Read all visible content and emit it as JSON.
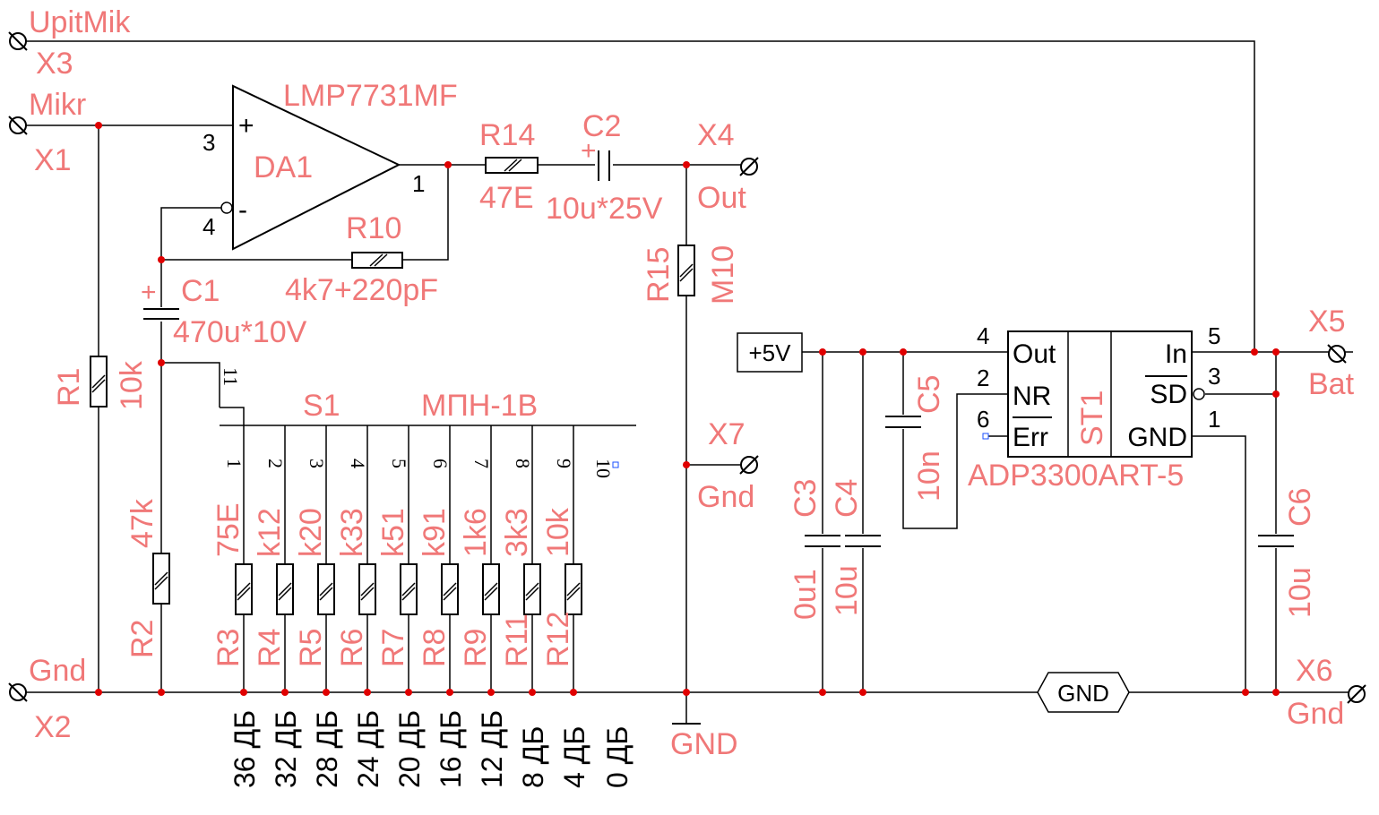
{
  "terminals": {
    "x3": {
      "ref": "X3",
      "net": "UpitMik"
    },
    "x1": {
      "ref": "X1",
      "net": "Mikr"
    },
    "x2": {
      "ref": "X2",
      "net": "Gnd"
    },
    "x4": {
      "ref": "X4",
      "net": "Out"
    },
    "x7": {
      "ref": "X7",
      "net": "Gnd"
    },
    "x5": {
      "ref": "X5",
      "net": "Bat"
    },
    "x6": {
      "ref": "X6",
      "net": "Gnd"
    }
  },
  "opamp": {
    "ref": "DA1",
    "part": "LMP7731MF",
    "pin_plus": "3",
    "pin_minus": "4",
    "pin_out": "1",
    "sign_plus": "+",
    "sign_minus": "-"
  },
  "r14": {
    "ref": "R14",
    "value": "47E"
  },
  "r10": {
    "ref": "R10",
    "value": "4k7+220pF"
  },
  "r15": {
    "ref": "R15",
    "value": "M10"
  },
  "r1": {
    "ref": "R1",
    "value": "10k"
  },
  "r2": {
    "ref": "R2",
    "value": "47k"
  },
  "c2": {
    "ref": "C2",
    "value": "10u*25V",
    "polarity": "+"
  },
  "c1": {
    "ref": "C1",
    "value": "470u*10V",
    "polarity": "+"
  },
  "switch": {
    "ref": "S1",
    "part": "МПН-1В",
    "common_pin": "11"
  },
  "ladder": [
    {
      "pin": "1",
      "ref": "R3",
      "value": "75E",
      "gain": "36 ДБ"
    },
    {
      "pin": "2",
      "ref": "R4",
      "value": "k12",
      "gain": "32 ДБ"
    },
    {
      "pin": "3",
      "ref": "R5",
      "value": "k20",
      "gain": "28 ДБ"
    },
    {
      "pin": "4",
      "ref": "R6",
      "value": "k33",
      "gain": "24 ДБ"
    },
    {
      "pin": "5",
      "ref": "R7",
      "value": "k51",
      "gain": "20 ДБ"
    },
    {
      "pin": "6",
      "ref": "R8",
      "value": "k91",
      "gain": "16 ДБ"
    },
    {
      "pin": "7",
      "ref": "R9",
      "value": "1k6",
      "gain": "12 ДБ"
    },
    {
      "pin": "8",
      "ref": "R11",
      "value": "3k3",
      "gain": "8 ДБ"
    },
    {
      "pin": "9",
      "ref": "R12",
      "value": "10k",
      "gain": "4 ДБ"
    }
  ],
  "switch_pin10": {
    "pin": "10",
    "gain": "0 ДБ"
  },
  "gnd_symbol_label": "GND",
  "gnd_port_label": "GND",
  "supply_port_label": "+5V",
  "regulator": {
    "ref": "ST1",
    "part": "ADP3300ART-5",
    "pins_left": [
      {
        "num": "4",
        "name": "Out"
      },
      {
        "num": "2",
        "name": "NR"
      },
      {
        "num": "6",
        "name": "Err"
      }
    ],
    "pins_right": [
      {
        "num": "5",
        "name": "In"
      },
      {
        "num": "3",
        "name": "SD"
      },
      {
        "num": "1",
        "name": "GND"
      }
    ]
  },
  "c3": {
    "ref": "C3",
    "value": "0u1"
  },
  "c4": {
    "ref": "C4",
    "value": "10u"
  },
  "c5": {
    "ref": "C5",
    "value": "10n"
  },
  "c6": {
    "ref": "C6",
    "value": "10u"
  },
  "colors": {
    "label": "#f07878",
    "wire": "#000000",
    "junction": "#e00000"
  }
}
